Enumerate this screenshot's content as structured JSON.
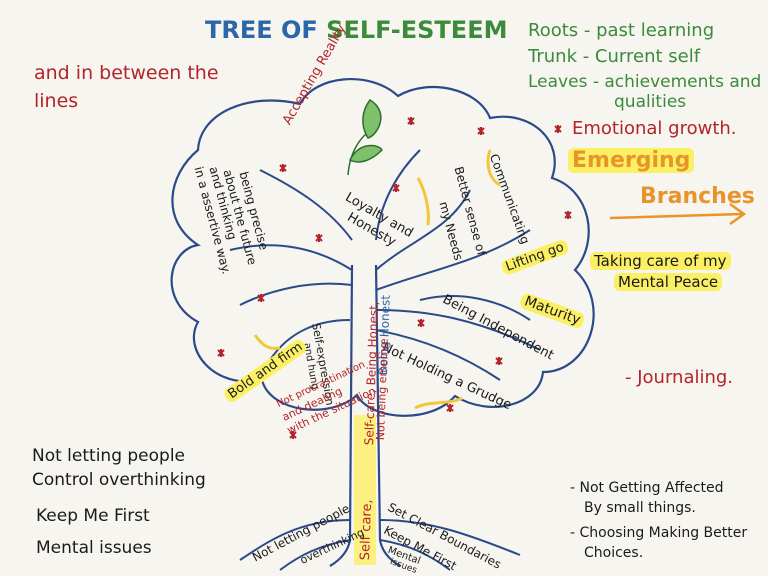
{
  "title": {
    "part1": "TREE OF ",
    "part2": "SELF-ESTEEM"
  },
  "legend": {
    "roots": "Roots - past learning",
    "trunk": "Trunk - Current self",
    "leaves": "Leaves - achievements and",
    "leaves2": "qualities"
  },
  "top_left_note": {
    "line1": "and in between the",
    "line2": "lines"
  },
  "emotional_growth": "Emotional growth.",
  "emerging": {
    "line1": "Emerging",
    "line2": "Branches"
  },
  "journaling": "- Journaling.",
  "canopy": {
    "accepting_reality": "Accepting Reality",
    "being_precise": "being precise",
    "about_future": "about the future",
    "and_thinking": "and thinking",
    "assertive": "in a assertive way.",
    "loyalty": "Loyalty and",
    "honesty": "Honesty",
    "better_sense": "Better sense of",
    "my_needs": "my Needs",
    "communicating": "Communicating",
    "lifting_go": "Lifting go",
    "taking_care": "Taking care of my",
    "mental_peace": "Mental Peace",
    "maturity": "Maturity",
    "being_independent": "Being Independent",
    "not_holding": "Not Holding a Grudge",
    "self_expression": "Self-expression",
    "and_hung": "and hung",
    "bold_firm": "Bold and firm",
    "not_procrastination": "Not procrastination",
    "and_dealing": "and dealing",
    "with_situation": "with the situation"
  },
  "trunk_text": {
    "being_honest": "Being Honest",
    "self_care_honest": "Self-care, Being Honest,",
    "not_emotive": "Not being emotive",
    "self_care": "Self care,"
  },
  "roots": {
    "not_letting": "Not letting people",
    "overthinking": "overthinking",
    "set_boundaries": "Set Clear Boundaries",
    "keep_first": "Keep Me First",
    "mental": "Mental",
    "issues": "issues"
  },
  "bottom_left": {
    "line1": "Not letting people",
    "line2": "Control overthinking",
    "line3": "Keep Me First",
    "line4": "Mental issues"
  },
  "bottom_right": {
    "line1": "- Not Getting Affected",
    "line2": "By small things.",
    "line3": "- Choosing Making Better",
    "line4": "Choices."
  },
  "colors": {
    "outline": "#2b4a8a",
    "red": "#b3232a",
    "green": "#3c8a3c",
    "yellow": "#fbef64"
  }
}
